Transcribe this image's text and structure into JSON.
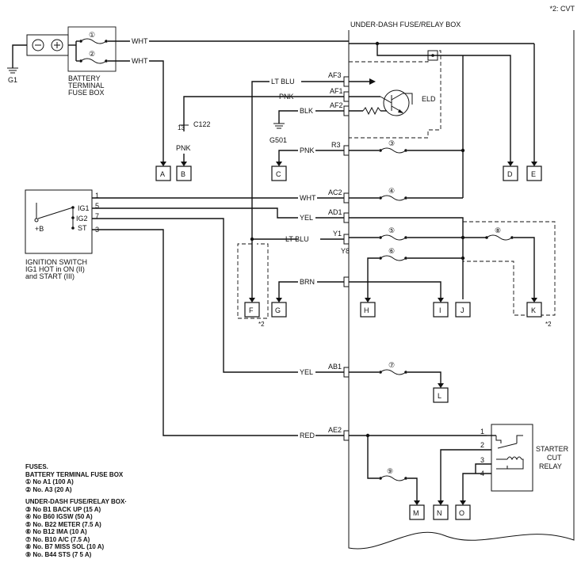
{
  "note_cvt": "*2: CVT",
  "fuse_relay_box_title": "UNDER-DASH FUSE/RELAY BOX",
  "battery": {
    "minus": "⊖",
    "plus": "⊕"
  },
  "ground_g1": "G1",
  "battery_fuse_box_label": [
    "BATTERY",
    "TERMINAL",
    "FUSE BOX"
  ],
  "fuse_numbers": {
    "f1": "①",
    "f2": "②",
    "f3": "③",
    "f4": "④",
    "f5": "⑤",
    "f6": "⑥",
    "f7": "⑦",
    "f8": "⑧",
    "f9": "⑨"
  },
  "wire_colors": {
    "wht_top": "WHT",
    "wht_second": "WHT",
    "lt_blu_top": "LT BLU",
    "pnk_af1": "PNK",
    "blk_af2": "BLK",
    "pnk_r3": "PNK",
    "wht_ac2": "WHT",
    "yel_ad1": "YEL",
    "lt_blu_y1": "LT BLU",
    "brn_y8": "BRN",
    "yel_ab1": "YEL",
    "red_ae2": "RED",
    "pnk_c122": "PNK"
  },
  "terminals": {
    "af3": "AF3",
    "af1": "AF1",
    "af2": "AF2",
    "r3": "R3",
    "ac2": "AC2",
    "ad1": "AD1",
    "y1": "Y1",
    "y8": "Y8",
    "ab1": "AB1",
    "ae2": "AE2"
  },
  "eld_label": "ELD",
  "c122_pin": "13",
  "c122_label": "C122",
  "ground_g501": "G501",
  "connectors": {
    "a": "A",
    "b": "B",
    "c": "C",
    "d": "D",
    "e": "E",
    "f": "F",
    "g": "G",
    "h": "H",
    "i": "I",
    "j": "J",
    "k": "K",
    "l": "L",
    "m": "M",
    "n": "N",
    "o": "O"
  },
  "ignition_switch": {
    "pins": [
      "1",
      "5",
      "7",
      "3"
    ],
    "ig1": "IG1",
    "ig2": "IG2",
    "st": "ST",
    "plus_b": "+B",
    "caption": [
      "IGNITION SWITCH",
      "IG1 HOT in ON (II)",
      "and START (III)"
    ]
  },
  "cvt_marks": {
    "left": "*2",
    "right": "*2"
  },
  "starter_relay": {
    "pins": [
      "1",
      "2",
      "3",
      "4"
    ],
    "label": [
      "STARTER",
      "CUT",
      "RELAY"
    ]
  },
  "fuse_notes": [
    "FUSES.",
    "BATTERY TERMINAL FUSE BOX",
    "① No A1 (100 A)",
    "② No. A3 (20 A)",
    "",
    "UNDER-DASH FUSE/RELAY BOX·",
    "③ No B1 BACK UP (15 A)",
    "④ No B60 IGSW (50 A)",
    "⑤ No. B22 METER (7.5 A)",
    "⑥ No B12 IMA (10 A)",
    "⑦ No. B10 A/C (7.5 A)",
    "⑧ No. B7 MISS SOL (10 A)",
    "⑨ No. B44 STS (7 5 A)"
  ]
}
